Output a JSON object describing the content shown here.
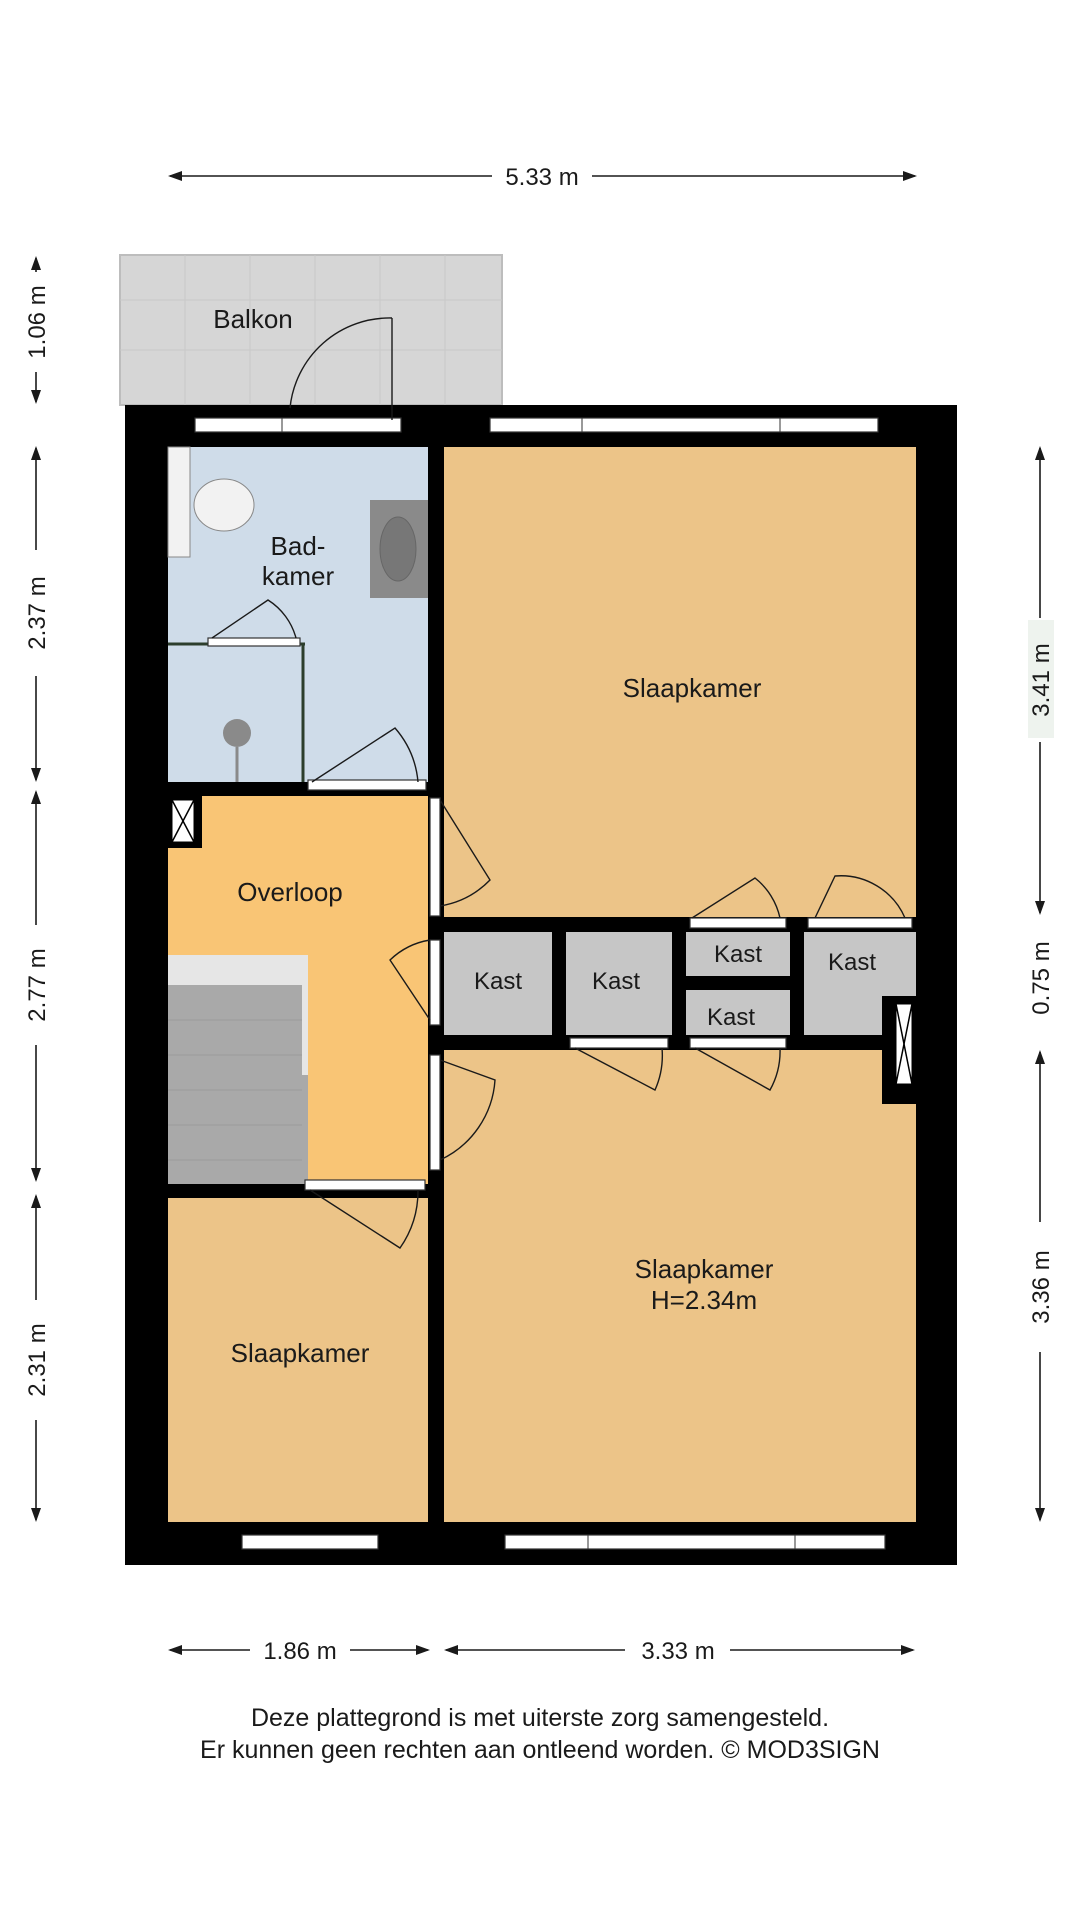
{
  "rooms": {
    "balkon": "Balkon",
    "badkamer_1": "Bad-",
    "badkamer_2": "kamer",
    "slaapkamer_top": "Slaapkamer",
    "overloop": "Overloop",
    "kast_1": "Kast",
    "kast_2": "Kast",
    "kast_3": "Kast",
    "kast_4": "Kast",
    "kast_5": "Kast",
    "slaapkamer_bottom_right": "Slaapkamer",
    "height_note": "H=2.34m",
    "slaapkamer_bottom_left": "Slaapkamer"
  },
  "dimensions": {
    "top_width": "5.33 m",
    "left_balcony": "1.06 m",
    "left_bathroom": "2.37 m",
    "left_overloop": "2.77 m",
    "left_bedroom": "2.31 m",
    "right_top": "3.41 m",
    "right_middle": "0.75 m",
    "right_bottom": "3.36 m",
    "bottom_left": "1.86 m",
    "bottom_right": "3.33 m"
  },
  "disclaimer": {
    "line1": "Deze plattegrond is met uiterste zorg samengesteld.",
    "line2": "Er kunnen geen rechten aan ontleend worden. © MOD3SIGN"
  },
  "colors": {
    "wall": "#000000",
    "bedroom": "#ecc488",
    "landing": "#f9c575",
    "bathroom": "#cfdce9",
    "closet": "#c6c6c6",
    "balcony": "#d6d6d6"
  }
}
